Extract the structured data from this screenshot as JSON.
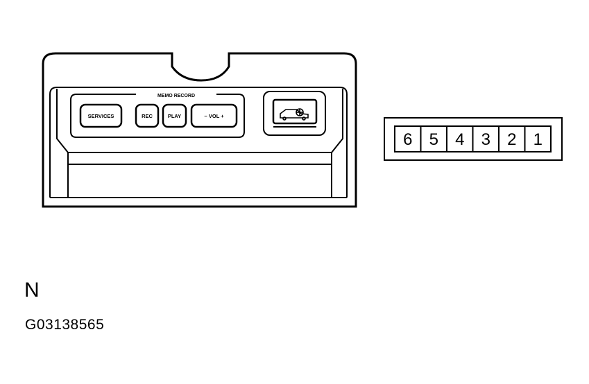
{
  "panel": {
    "memo_record_label": "MEMO RECORD",
    "services_label": "SERVICES",
    "rec_label": "REC",
    "play_label": "PLAY",
    "vol_label": "− VOL +",
    "vehicle_button_icon": "vehicle-globe-icon"
  },
  "connector": {
    "pins": [
      "6",
      "5",
      "4",
      "3",
      "2",
      "1"
    ],
    "letter": "N"
  },
  "figure_code": "G03138565"
}
